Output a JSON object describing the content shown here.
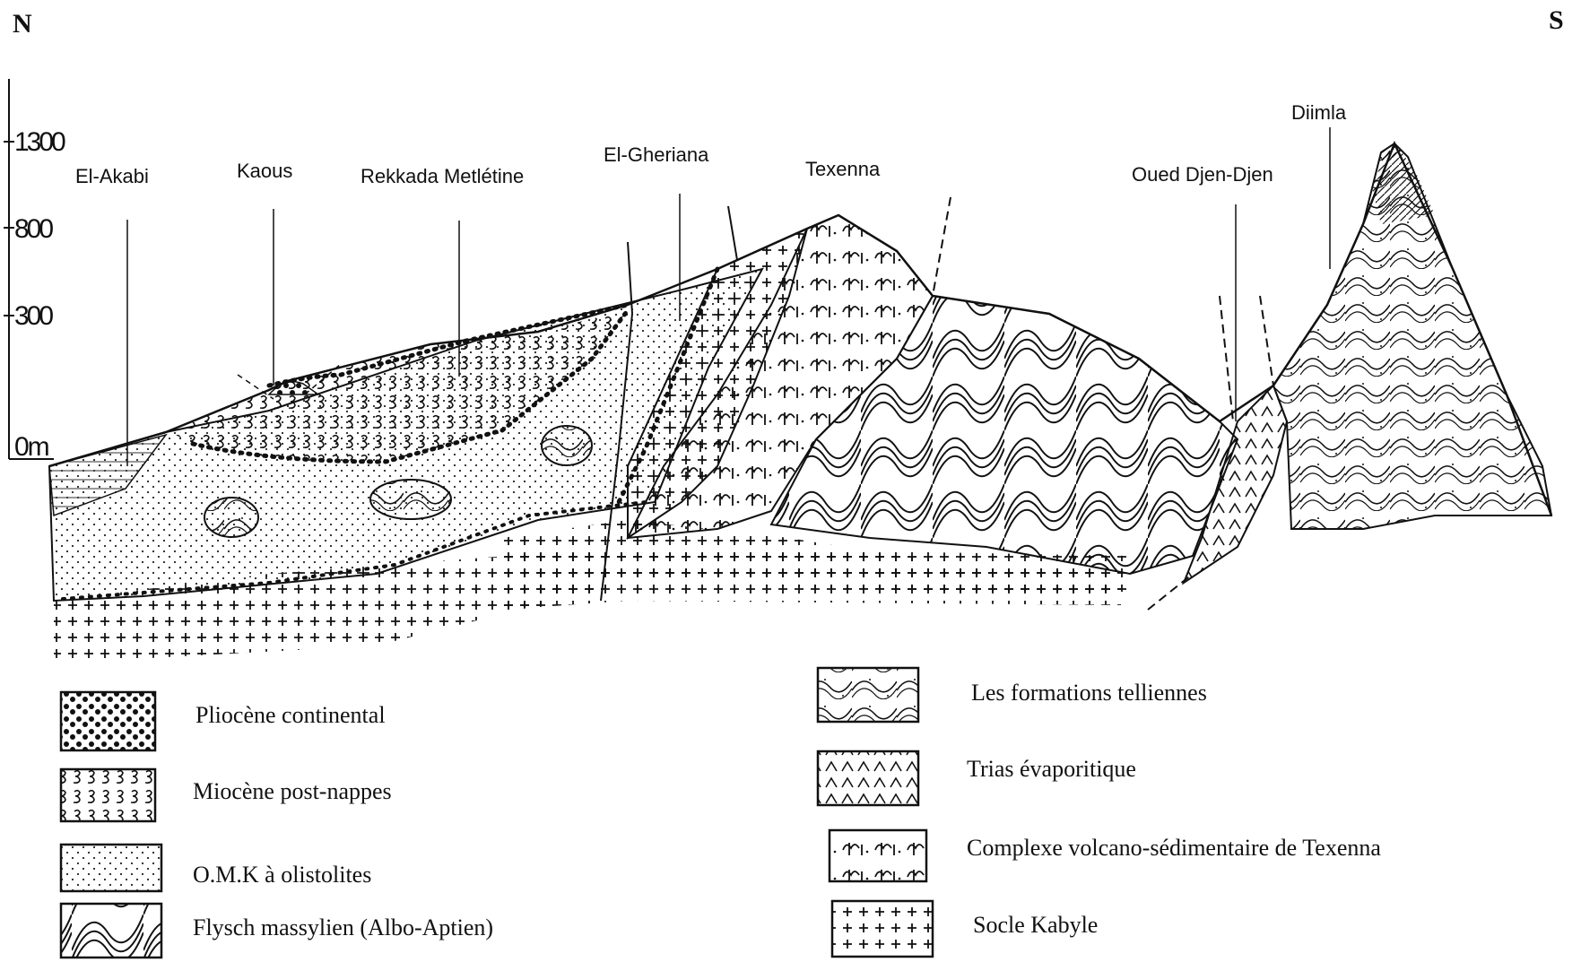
{
  "orientation": {
    "north": "N",
    "south": "S"
  },
  "elevation_axis": {
    "ticks": [
      "1300",
      "800",
      "300",
      "0m"
    ]
  },
  "locations": [
    {
      "id": "el-akabi",
      "label": "El-Akabi"
    },
    {
      "id": "kaous",
      "label": "Kaous"
    },
    {
      "id": "rekkada",
      "label": "Rekkada Metlétine"
    },
    {
      "id": "el-gheriana",
      "label": "El-Gheriana"
    },
    {
      "id": "texenna",
      "label": "Texenna"
    },
    {
      "id": "oued-djen-djen",
      "label": "Oued Djen-Djen"
    },
    {
      "id": "djimla",
      "label": "Diimla"
    }
  ],
  "legend": [
    {
      "id": "pliocene",
      "label": "Pliocène continental",
      "pattern": "pat-pliocene"
    },
    {
      "id": "miocene",
      "label": "Miocène post-nappes",
      "pattern": "pat-miocene"
    },
    {
      "id": "omk",
      "label": "O.M.K à olistolites",
      "pattern": "pat-dots"
    },
    {
      "id": "flysch",
      "label": "Flysch massylien (Albo-Aptien)",
      "pattern": "pat-flysch"
    },
    {
      "id": "telliennes",
      "label": "Les formations telliennes",
      "pattern": "pat-tellien"
    },
    {
      "id": "trias",
      "label": "Trias évaporitique",
      "pattern": "pat-trias"
    },
    {
      "id": "texenna-complex",
      "label": "Complexe volcano-sédimentaire de Texenna",
      "pattern": "pat-volc"
    },
    {
      "id": "socle",
      "label": "Socle Kabyle",
      "pattern": "pat-cross"
    }
  ],
  "colors": {
    "ink": "#111111",
    "background": "#ffffff"
  }
}
